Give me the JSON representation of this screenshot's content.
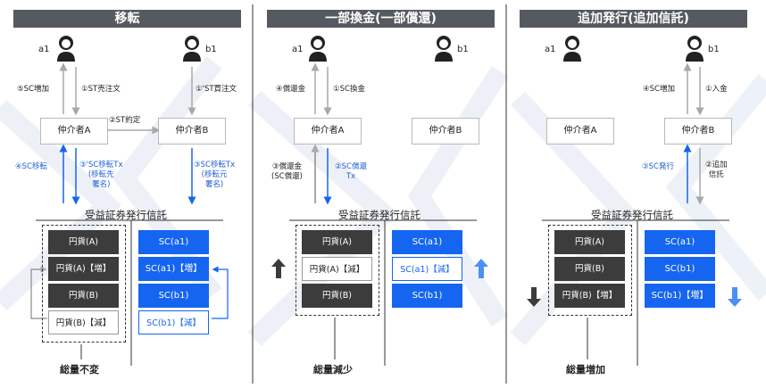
{
  "panels": [
    {
      "title": "移転",
      "user_a": "a1",
      "user_b": "b1",
      "broker_a": "仲介者A",
      "broker_b": "仲介者B",
      "labels": {
        "a_up": "⑤SC増加",
        "a_down": "①ST売注文",
        "b_down": "①'ST買注文",
        "agree": "②ST約定",
        "a_lower_left": "④SC移転",
        "a_lower_right": "③'SC移転Tx\n(移転先\n署名)",
        "b_lower": "③SC移転Tx\n(移転元\n署名)"
      },
      "trust_title": "受益証券発行信託",
      "yen_blocks": [
        "円貨(A)",
        "円貨(A)【増】",
        "円貨(B)",
        "円貨(B)【減】"
      ],
      "sc_blocks": [
        "SC(a1)",
        "SC(a1)【増】",
        "SC(b1)",
        "SC(b1)【減】"
      ],
      "total": "総量不変"
    },
    {
      "title": "一部換金(一部償還)",
      "user_a": "a1",
      "user_b": "b1",
      "broker_a": "仲介者A",
      "broker_b": "仲介者B",
      "labels": {
        "a_up": "④償還金",
        "a_down": "①SC換金",
        "a_lower_left": "③償還金\n(SC償還)",
        "a_lower_right": "②SC償還\nTx"
      },
      "trust_title": "受益証券発行信託",
      "yen_blocks": [
        "円貨(A)",
        "円貨(A)【減】",
        "円貨(B)"
      ],
      "sc_blocks": [
        "SC(a1)",
        "SC(a1)【減】",
        "SC(b1)"
      ],
      "total": "総量減少"
    },
    {
      "title": "追加発行(追加信託)",
      "user_a": "a1",
      "user_b": "b1",
      "broker_a": "仲介者A",
      "broker_b": "仲介者B",
      "labels": {
        "b_up": "④SC増加",
        "b_down": "①入金",
        "b_lower_left": "③SC発行",
        "b_lower_right": "②追加\n信託"
      },
      "trust_title": "受益証券発行信託",
      "yen_blocks": [
        "円貨(A)",
        "円貨(B)",
        "円貨(B)【増】"
      ],
      "sc_blocks": [
        "SC(a1)",
        "SC(b1)",
        "SC(b1)【増】"
      ],
      "total": "総量増加"
    }
  ],
  "colors": {
    "blue": "#1565f0",
    "dark": "#3c3c3c",
    "header": "#555a60",
    "arrow_gray": "#a8a8a8"
  }
}
